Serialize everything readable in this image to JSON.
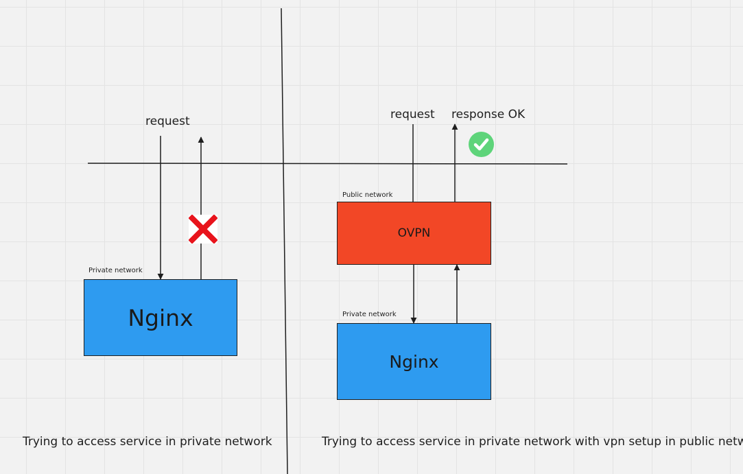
{
  "left": {
    "request_label": "request",
    "network_label": "Private network",
    "box_label": "Nginx",
    "caption": "Trying to access service in private network"
  },
  "right": {
    "request_label": "request",
    "response_label": "response OK",
    "public_network_label": "Public network",
    "ovpn_label": "OVPN",
    "private_network_label": "Private network",
    "box_label": "Nginx",
    "caption": "Trying to access service in private network with vpn setup in public network"
  },
  "colors": {
    "nginx_box": "#2e9bf0",
    "ovpn_box": "#f24726",
    "fail_icon": "#e8141c",
    "success_icon": "#5ed47a",
    "line": "#1e1e1e"
  },
  "icons": {
    "fail": "x-cross-icon",
    "success": "checkmark-circle-icon"
  }
}
